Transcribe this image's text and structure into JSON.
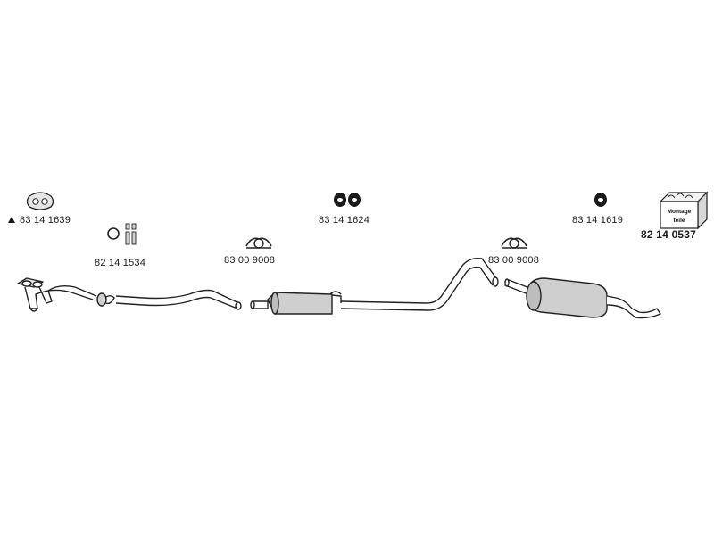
{
  "parts": {
    "front_flange_gasket": {
      "number": "83 14 1639"
    },
    "clamp_and_bolts": {
      "number": "82 14 1534"
    },
    "front_clamp": {
      "number": "83 00 9008"
    },
    "center_rubber_mounts": {
      "number": "83 14 1624"
    },
    "rear_clamp": {
      "number": "83 00 9008"
    },
    "rear_rubber_mount": {
      "number": "83 14 1619"
    },
    "mounting_kit": {
      "number": "82 14 0537",
      "box_text": [
        "Montage",
        "teile"
      ]
    }
  },
  "colors": {
    "line": "#222222",
    "fill": "#cfcfcf",
    "background": "#ffffff"
  }
}
